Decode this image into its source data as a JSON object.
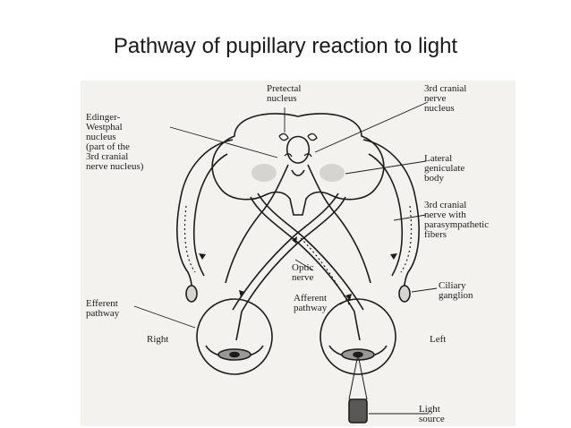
{
  "slide": {
    "title": "Pathway of pupillary reaction to light"
  },
  "labels": {
    "pretectal_nucleus": "Pretectal\nnucleus",
    "third_nerve_nucleus": "3rd cranial\nnerve\nnucleus",
    "edinger_westphal": "Edinger-\nWestphal\nnucleus\n(part of the\n3rd cranial\nnerve nucleus)",
    "lateral_geniculate": "Lateral\ngeniculate\nbody",
    "third_nerve_parasympathetic": "3rd cranial\nnerve with\nparasympathetic\nfibers",
    "optic_nerve": "Optic\nnerve",
    "ciliary_ganglion": "Ciliary\nganglion",
    "afferent_pathway": "Afferent\npathway",
    "efferent_pathway": "Efferent\npathway",
    "right": "Right",
    "left": "Left",
    "light_source": "Light\nsource"
  },
  "colors": {
    "ink": "#1c1c1c",
    "paper": "#f3f2ef",
    "shade": "#d6d4d0"
  }
}
